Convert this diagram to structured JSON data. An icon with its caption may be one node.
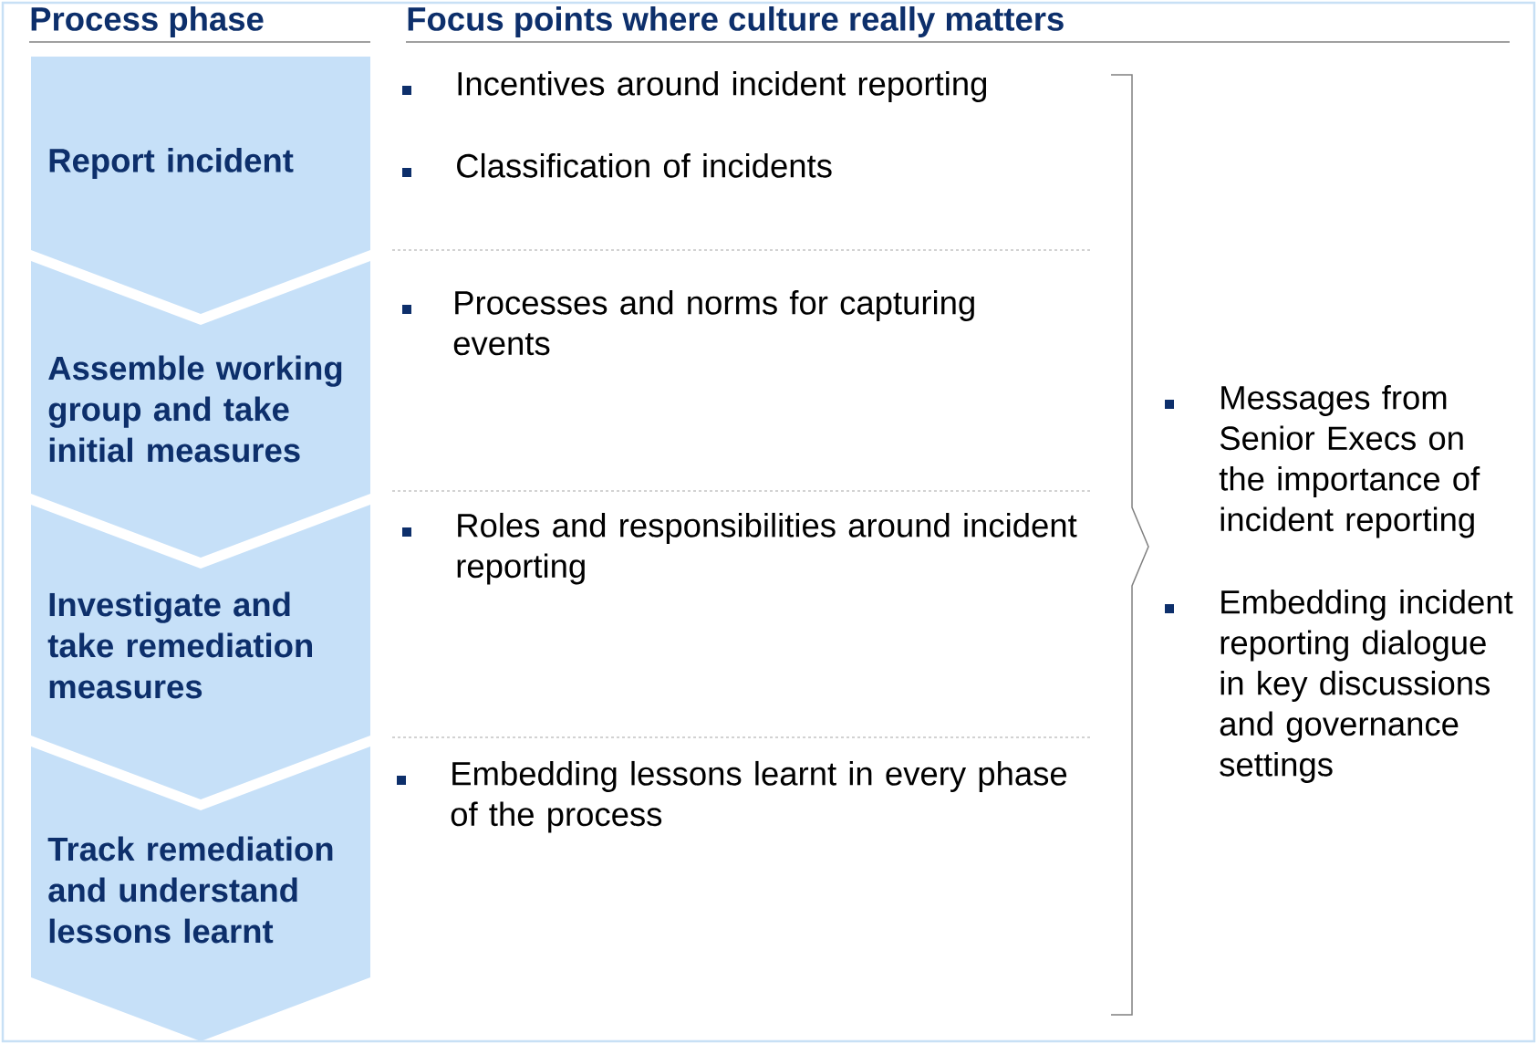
{
  "diagram": {
    "nodes": [
      {
        "text": [
          "Report incident"
        ]
      },
      {
        "text": [
          "Assemble working group and take initial measures"
        ]
      },
      {
        "text": [
          "Investigate and take remediation measures"
        ]
      },
      {
        "text": [
          "Track remediation and understand lessons learnt"
        ]
      }
    ],
    "labels": [
      "Process phase",
      "Focus points where culture really matters",
      "Incentives around incident reporting",
      "Classification of incidents",
      "Processes and norms for capturing events",
      "Roles and responsibilities around incident reporting",
      "Embedding lessons learnt in every phase of the process",
      "Messages from Senior Execs on the importance of incident reporting",
      "Embedding incident reporting dialogue in key discussions and governance settings"
    ]
  }
}
